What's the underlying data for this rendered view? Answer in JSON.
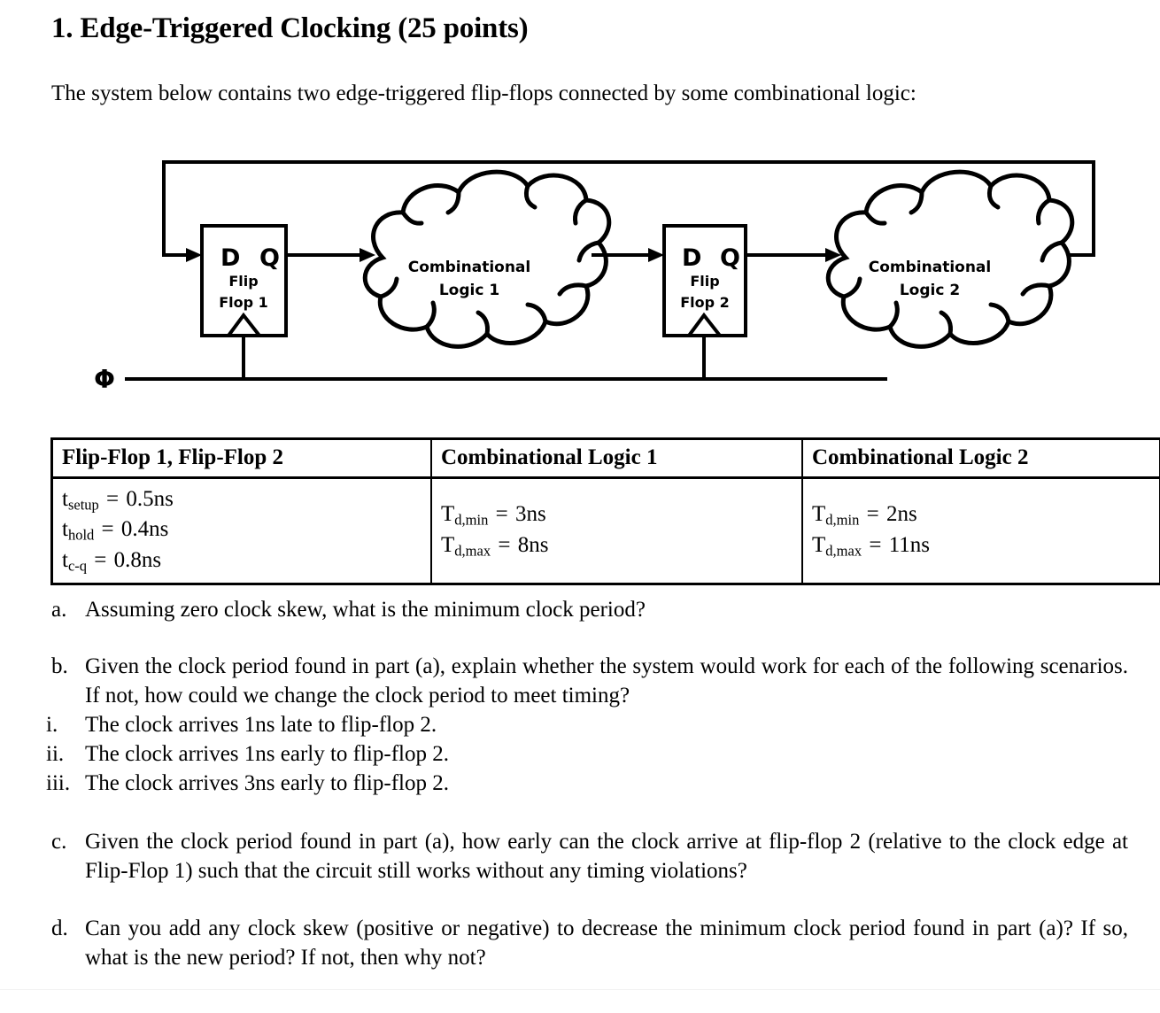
{
  "document": {
    "title": "1. Edge-Triggered Clocking (25 points)",
    "intro": "The system below contains two edge-triggered flip-flops connected by some combinational logic:"
  },
  "diagram": {
    "clock_label": "Φ",
    "flipflop1": {
      "d_label": "D",
      "q_label": "Q",
      "name_line1": "Flip",
      "name_line2": "Flop 1"
    },
    "flipflop2": {
      "d_label": "D",
      "q_label": "Q",
      "name_line1": "Flip",
      "name_line2": "Flop 2"
    },
    "cloud1": {
      "line1": "Combinational",
      "line2": "Logic 1"
    },
    "cloud2": {
      "line1": "Combinational",
      "line2": "Logic 2"
    }
  },
  "spec_table": {
    "headers": [
      "Flip-Flop 1, Flip-Flop 2",
      "Combinational Logic 1",
      "Combinational Logic 2"
    ],
    "flipflop_specs": [
      {
        "symbol": "t",
        "sub": "setup",
        "eq": "=",
        "value": "0.5ns"
      },
      {
        "symbol": "t",
        "sub": "hold",
        "eq": "=",
        "value": "0.4ns"
      },
      {
        "symbol": "t",
        "sub": "c-q",
        "eq": "=",
        "value": "0.8ns"
      }
    ],
    "logic1_specs": [
      {
        "symbol": "T",
        "sub": "d,min",
        "eq": "=",
        "value": "3ns"
      },
      {
        "symbol": "T",
        "sub": "d,max",
        "eq": "=",
        "value": "8ns"
      }
    ],
    "logic2_specs": [
      {
        "symbol": "T",
        "sub": "d,min",
        "eq": "=",
        "value": "2ns"
      },
      {
        "symbol": "T",
        "sub": "d,max",
        "eq": "=",
        "value": "11ns"
      }
    ]
  },
  "questions": {
    "a": {
      "marker": "a.",
      "text": "Assuming zero clock skew, what is the minimum clock period?"
    },
    "b": {
      "marker": "b.",
      "text": "Given the clock period found in part (a), explain whether the system would work for each of the following scenarios. If not, how could we change the clock period to meet timing?"
    },
    "b_items": [
      {
        "marker": "i.",
        "text": "The clock arrives 1ns late to flip-flop 2."
      },
      {
        "marker": "ii.",
        "text": "The clock arrives 1ns early to flip-flop 2."
      },
      {
        "marker": "iii.",
        "text": "The clock arrives 3ns early to flip-flop 2."
      }
    ],
    "c": {
      "marker": "c.",
      "text": "Given the clock period found in part (a), how early can the clock arrive at flip-flop 2 (relative to the clock edge at Flip-Flop 1) such that the circuit still works without any timing violations?"
    },
    "d": {
      "marker": "d.",
      "text": "Can you add any clock skew (positive or negative) to decrease the minimum clock period found in part (a)? If so, what is the new period? If not, then why not?"
    }
  },
  "colors": {
    "ink": "#000000",
    "page": "#ffffff"
  }
}
